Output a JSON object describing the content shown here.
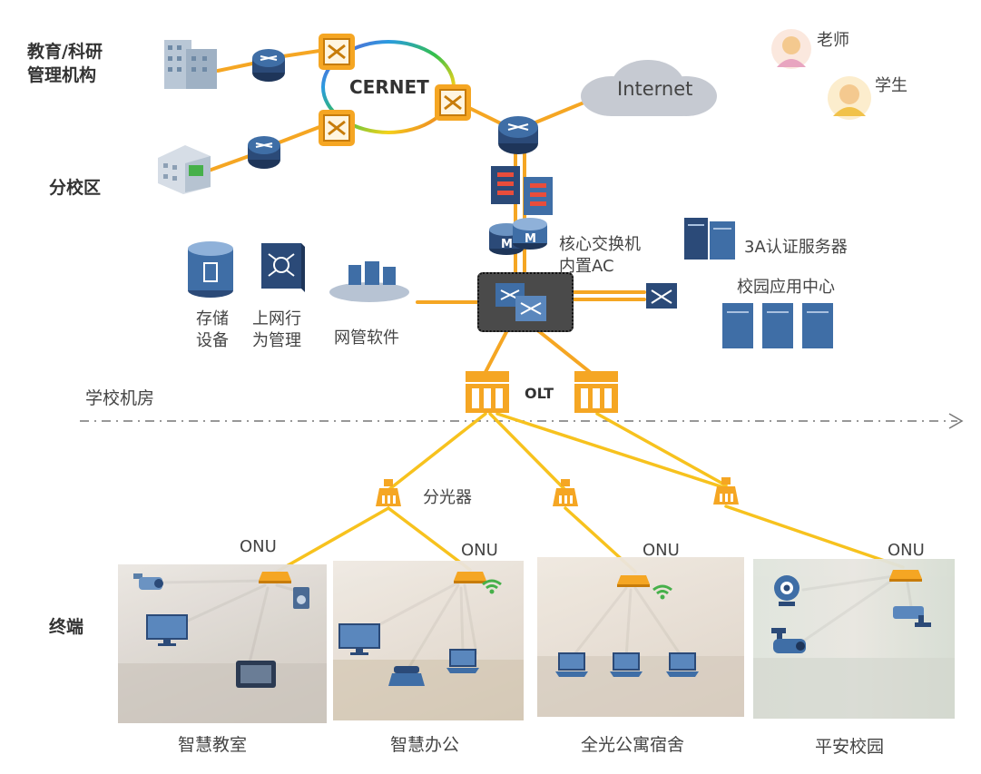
{
  "labels": {
    "edu_org": "教育/科研\n管理机构",
    "branch": "分校区",
    "cernet": "CERNET",
    "internet": "Internet",
    "teacher": "老师",
    "student": "学生",
    "core_switch": "核心交换机\n内置AC",
    "aaa": "3A认证服务器",
    "app_center": "校园应用中心",
    "storage": "存储\n设备",
    "behavior": "上网行\n为管理",
    "nms": "网管软件",
    "machine_room": "学校机房",
    "olt": "OLT",
    "splitter": "分光器",
    "onu": "ONU",
    "terminal": "终端",
    "zones": [
      "智慧教室",
      "智慧办公",
      "全光公寓宿舍",
      "平安校园"
    ]
  },
  "colors": {
    "link_orange": "#f5a623",
    "fiber_yellow": "#f7c21e",
    "device_navy": "#2b4a78",
    "device_blue": "#3f6ea6",
    "terminal_line": "#1a1a1a"
  },
  "icons": {
    "router": "router-icon",
    "switch": "switch-icon",
    "firewall": "firewall-icon",
    "olt": "olt-icon",
    "splitter": "splitter-icon",
    "onu": "onu-icon",
    "server": "server-icon",
    "storage": "storage-icon",
    "person": "person-icon",
    "camera": "camera-icon",
    "monitor": "monitor-icon",
    "phone": "phone-icon",
    "pc": "pc-icon",
    "speaker": "speaker-icon",
    "wifi": "wifi-icon",
    "cloud": "cloud-icon",
    "building": "building-icon"
  }
}
